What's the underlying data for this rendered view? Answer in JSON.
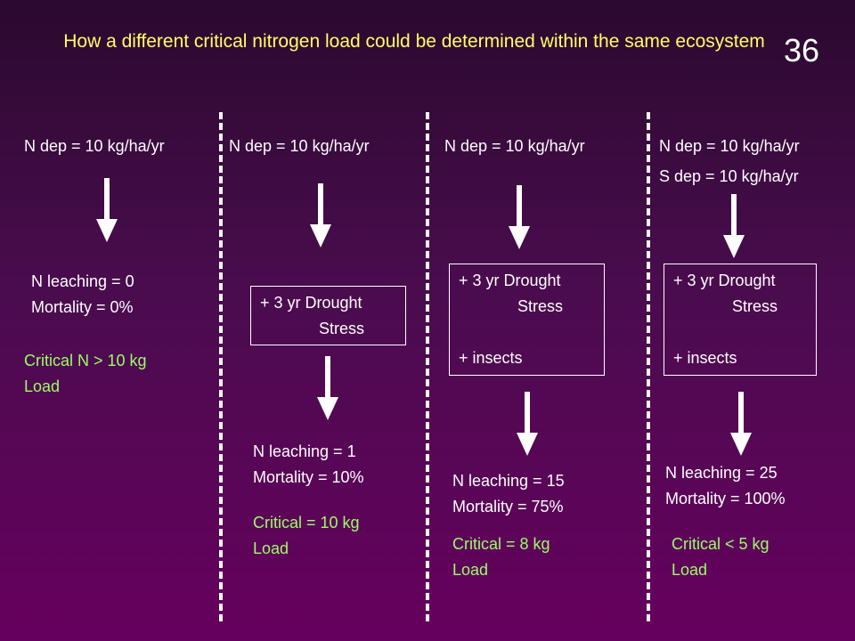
{
  "header": {
    "title": "How a different critical nitrogen load could be determined within the same ecosystem",
    "slide_number": "36"
  },
  "columns": [
    {
      "deposition": [
        "N dep = 10 kg/ha/yr"
      ],
      "result": [
        "N leaching = 0",
        "Mortality = 0%"
      ],
      "critical": [
        "Critical N > 10 kg",
        "Load"
      ]
    },
    {
      "deposition": [
        "N dep = 10 kg/ha/yr"
      ],
      "stress": [
        "+ 3 yr Drought",
        "Stress"
      ],
      "result": [
        "N leaching = 1",
        "Mortality = 10%"
      ],
      "critical": [
        "Critical = 10 kg",
        "Load"
      ]
    },
    {
      "deposition": [
        "N dep = 10 kg/ha/yr"
      ],
      "stress": [
        "+ 3 yr Drought",
        "Stress",
        "+ insects"
      ],
      "result": [
        "N leaching = 15",
        "Mortality = 75%"
      ],
      "critical": [
        "Critical = 8 kg",
        "Load"
      ]
    },
    {
      "deposition": [
        "N dep = 10 kg/ha/yr",
        "S dep = 10 kg/ha/yr"
      ],
      "stress": [
        "+ 3 yr Drought",
        "Stress",
        "+ insects"
      ],
      "result": [
        "N leaching = 25",
        "Mortality = 100%"
      ],
      "critical": [
        "Critical < 5 kg",
        "Load"
      ]
    }
  ],
  "colors": {
    "title": "#ffff66",
    "critical_text": "#99ff66",
    "text": "#ffffff"
  }
}
